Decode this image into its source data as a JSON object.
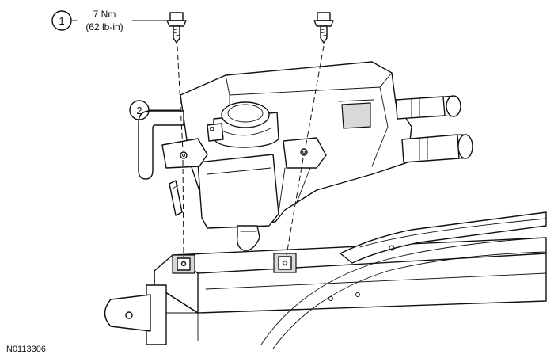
{
  "callouts": [
    {
      "number": "1",
      "torque_line1": "7 Nm",
      "torque_line2": "(62 lb-in)"
    },
    {
      "number": "2"
    }
  ],
  "figure_id": "N0113306"
}
